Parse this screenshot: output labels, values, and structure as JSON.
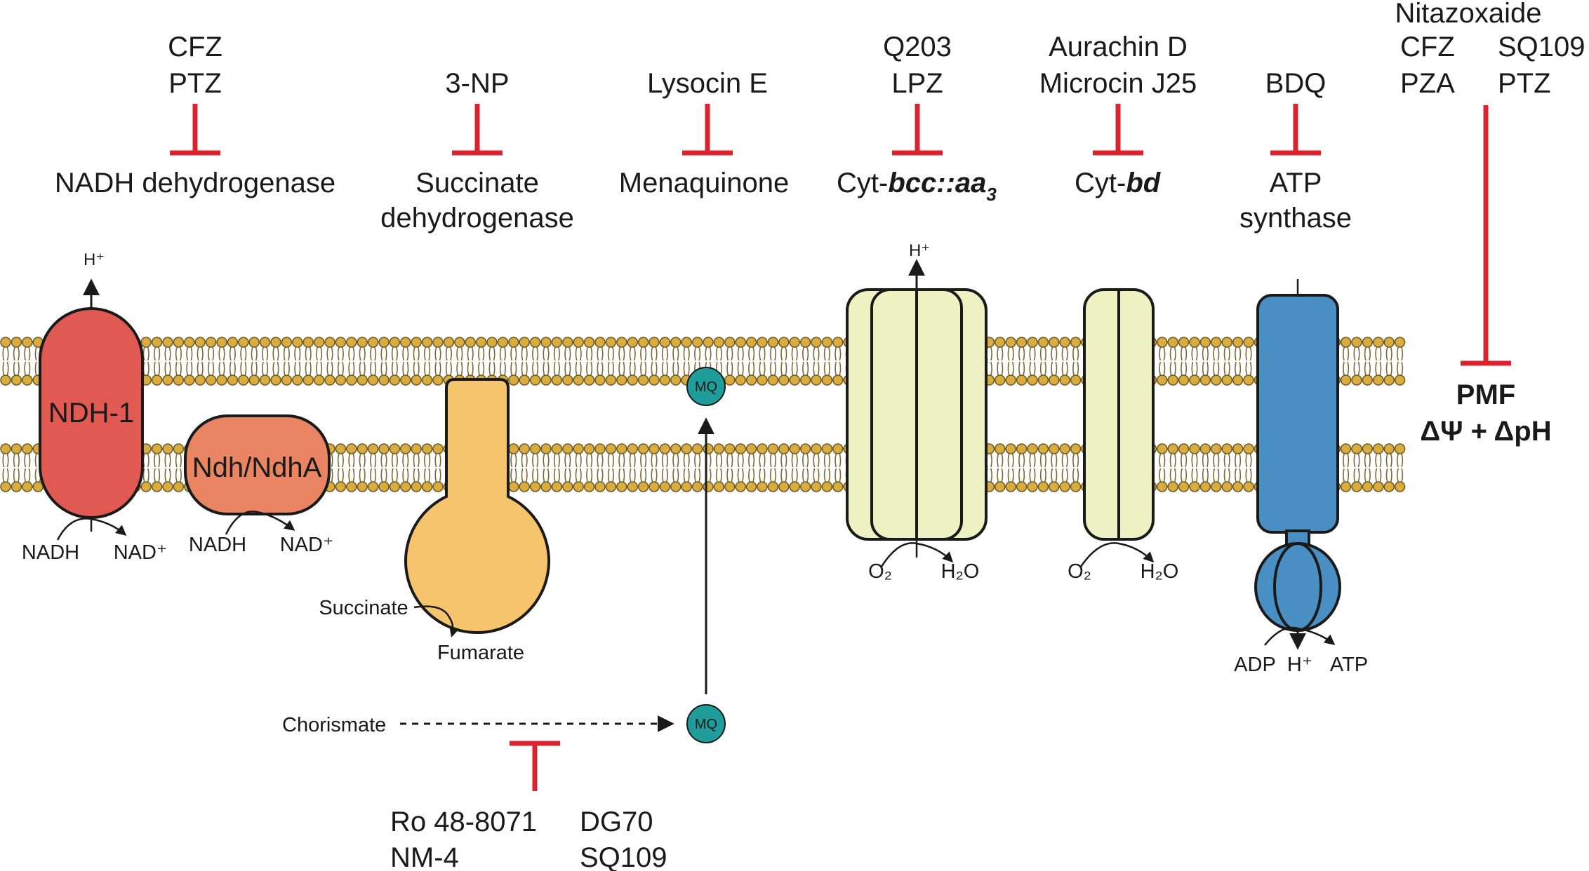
{
  "colors": {
    "inhibitor": "#d9232e",
    "lipid_head": "#d8ac3e",
    "ndh1": "#e05a53",
    "ndh_ndha": "#e98562",
    "succinate_dh": "#f5c46c",
    "mq": "#1f9d9b",
    "cytochrome": "#eef2c3",
    "atp_synthase": "#4a8fc3"
  },
  "targets": {
    "ndh": {
      "drugs": [
        "CFZ",
        "PTZ"
      ],
      "name": "NADH dehydrogenase"
    },
    "sdh": {
      "drugs": [
        "3-NP"
      ],
      "name_line1": "Succinate",
      "name_line2": "dehydrogenase"
    },
    "menaquinone": {
      "drugs": [
        "Lysocin E"
      ],
      "name": "Menaquinone"
    },
    "bcc": {
      "drugs": [
        "Q203",
        "LPZ"
      ],
      "name_prefix": "Cyt-",
      "name_italic": "bcc::aa",
      "name_sub": "3"
    },
    "bd": {
      "drugs": [
        "Aurachin D",
        "Microcin J25"
      ],
      "name_prefix": "Cyt-",
      "name_italic": "bd"
    },
    "atp": {
      "drugs": [
        "BDQ"
      ],
      "name_line1": "ATP",
      "name_line2": "synthase"
    },
    "pmf": {
      "drugs_top": "Nitazoxaide",
      "drugs_left": [
        "CFZ",
        "PZA"
      ],
      "drugs_right": [
        "SQ109",
        "PTZ"
      ],
      "label": "PMF",
      "sublabel": "ΔΨ + ΔpH"
    }
  },
  "complexes": {
    "ndh1": "NDH-1",
    "ndh_ndha": "Ndh/NdhA",
    "mq": "MQ"
  },
  "reactions": {
    "nadh": "NADH",
    "nad_plus": "NAD⁺",
    "succinate": "Succinate",
    "fumarate": "Fumarate",
    "o2": "O₂",
    "h2o": "H₂O",
    "h_plus": "H⁺",
    "adp": "ADP",
    "atp": "ATP",
    "chorismate": "Chorismate"
  },
  "mq_synthesis": {
    "drugs_left": [
      "Ro 48-8071",
      "NM-4"
    ],
    "drugs_right": [
      "DG70",
      "SQ109"
    ]
  }
}
